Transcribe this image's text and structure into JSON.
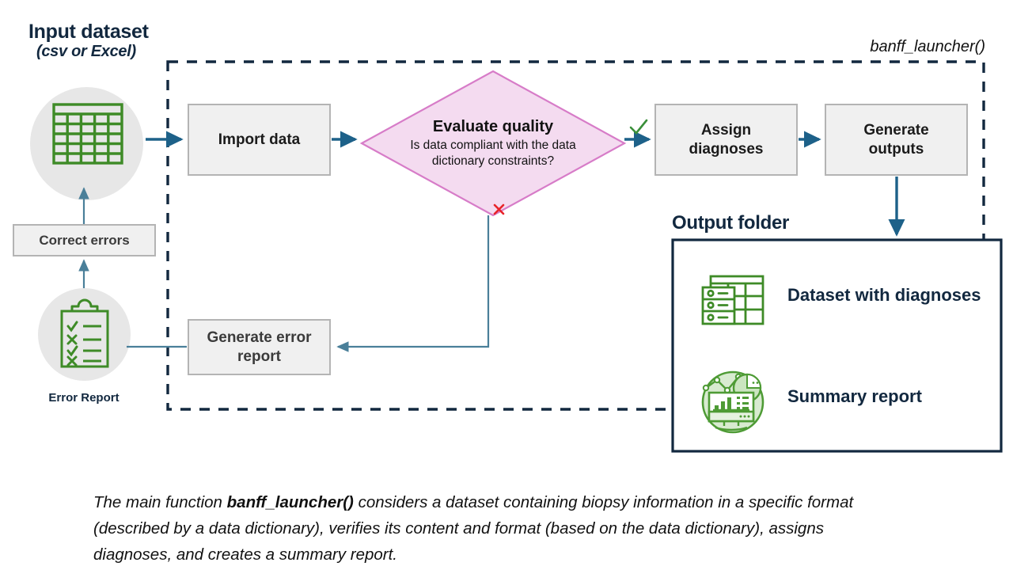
{
  "diagram": {
    "title_input": "Input dataset",
    "subtitle_input": "(csv or Excel)",
    "launcher_label": "banff_launcher()",
    "output_folder_title": "Output folder",
    "error_report_caption": "Error Report",
    "boxes": [
      {
        "id": "import",
        "label": "Import data"
      },
      {
        "id": "assign",
        "label": "Assign\ndiagnoses"
      },
      {
        "id": "generate",
        "label": "Generate\noutputs"
      },
      {
        "id": "correct",
        "label": "Correct errors"
      },
      {
        "id": "error-report",
        "label": "Generate error\nreport"
      }
    ],
    "decision": {
      "title": "Evaluate quality",
      "question": "Is data compliant with the data dictionary constraints?",
      "yes_marker": "check",
      "no_marker": "cross"
    },
    "outputs": [
      {
        "icon": "table-rows-icon",
        "label": "Dataset with diagnoses"
      },
      {
        "icon": "chart-report-icon",
        "label": "Summary report"
      }
    ],
    "icons": {
      "input": "spreadsheet-table-icon",
      "error": "clipboard-checklist-icon"
    },
    "caption_prefix": "The main function ",
    "caption_bold": "banff_launcher()",
    "caption_rest": " considers a dataset containing biopsy information in a specific format (described by a data dictionary), verifies its content and format (based on the data dictionary), assigns diagnoses, and creates a summary report."
  },
  "colors": {
    "navy": "#12283f",
    "arrow_teal": "#1d6189",
    "thin_arrow": "#4a7f99",
    "diamond_fill": "#f4dbf0",
    "diamond_stroke": "#d77cc8",
    "box_fill": "#f0f0f0",
    "box_stroke": "#b4b4b4",
    "badge_gray": "#e7e7e7",
    "icon_green": "#3e8b27",
    "check_green": "#3a8f3a",
    "cross_red": "#e8242a"
  }
}
